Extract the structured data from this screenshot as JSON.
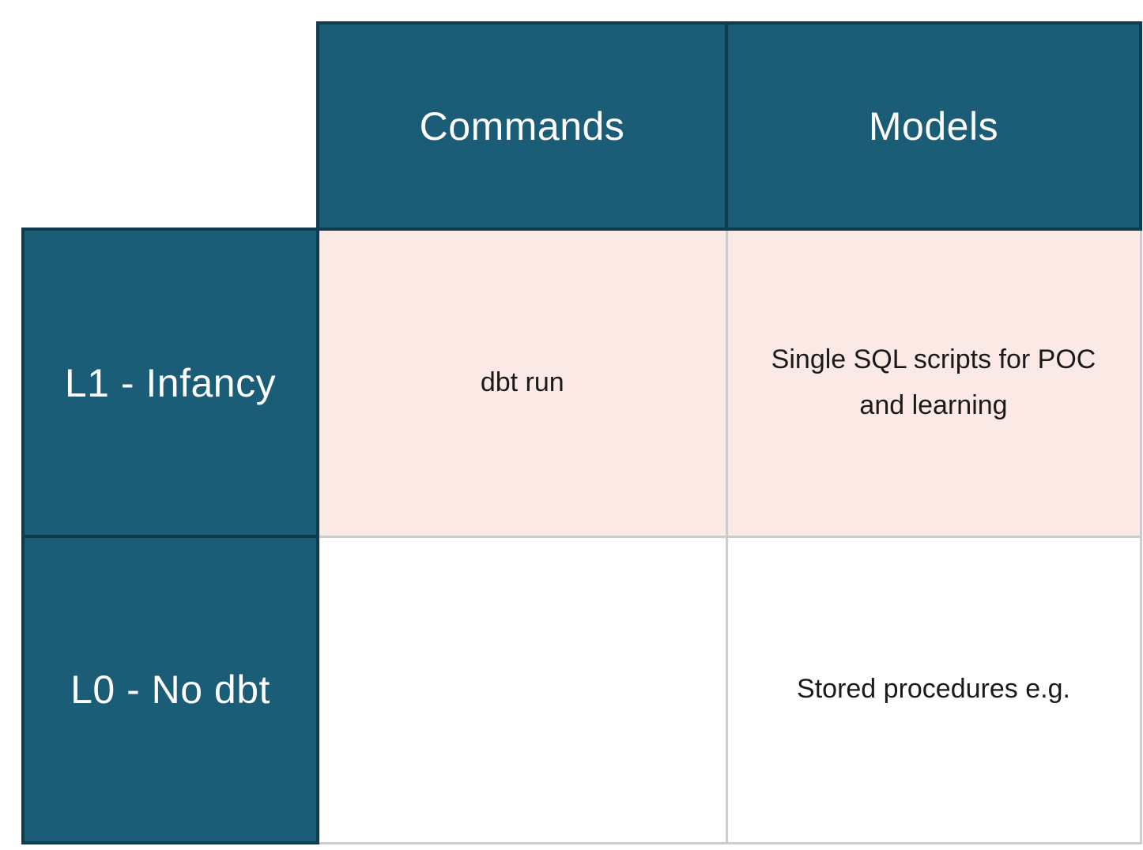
{
  "matrix": {
    "column_headers": {
      "commands": "Commands",
      "models": "Models"
    },
    "rows": {
      "l1": {
        "header": "L1 - Infancy",
        "commands_cell": "dbt run",
        "models_cell": "Single SQL scripts for POC and learning",
        "highlighted": true
      },
      "l0": {
        "header": "L0 - No dbt",
        "commands_cell": "",
        "models_cell": "Stored procedures e.g.",
        "highlighted": false
      }
    },
    "colors": {
      "header_bg": "#1b5c76",
      "header_border": "#0d3c50",
      "header_text": "#fdfdfd",
      "highlight_bg": "#fbe9e5",
      "cell_bg": "#ffffff",
      "cell_border": "#cccccc",
      "cell_text": "#1a1a1a",
      "page_bg": "#ffffff"
    }
  },
  "chart_data": {
    "type": "table",
    "title": "dbt maturity matrix",
    "columns": [
      "",
      "Commands",
      "Models"
    ],
    "rows": [
      [
        "L1 - Infancy",
        "dbt run",
        "Single SQL scripts for POC and learning"
      ],
      [
        "L0 - No dbt",
        "",
        "Stored procedures e.g."
      ]
    ],
    "layout_hints": {
      "highlighted_rows": [
        "L1 - Infancy"
      ],
      "header_cells_color": "#1b5c76",
      "highlight_color": "#fbe9e5",
      "grid": "on"
    }
  }
}
